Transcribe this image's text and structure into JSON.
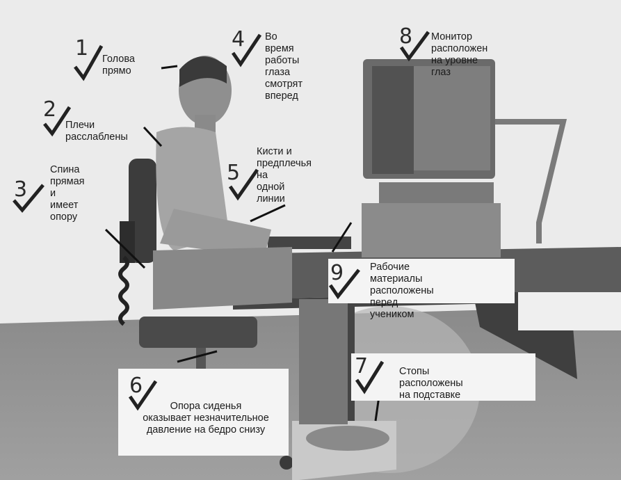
{
  "callouts": [
    {
      "num": "1",
      "text": "Голова\nпрямо"
    },
    {
      "num": "2",
      "text": "Плечи\nрасслаблены"
    },
    {
      "num": "3",
      "text": "Спина\nпрямая\nи имеет\nопору"
    },
    {
      "num": "4",
      "text": "Во время работы\nглаза смотрят\nвперед"
    },
    {
      "num": "5",
      "text": "Кисти и\nпредплечья на\nодной линии"
    },
    {
      "num": "6",
      "text": "Опора сиденья\nоказывает незначительное\nдавление на бедро снизу"
    },
    {
      "num": "7",
      "text": "Стопы расположены\nна подставке"
    },
    {
      "num": "8",
      "text": "Монитор расположен\nна уровне глаз"
    },
    {
      "num": "9",
      "text": "Рабочие материалы\nрасположены\nперед учеником"
    }
  ],
  "icons": {
    "check": "checkmark-icon"
  }
}
